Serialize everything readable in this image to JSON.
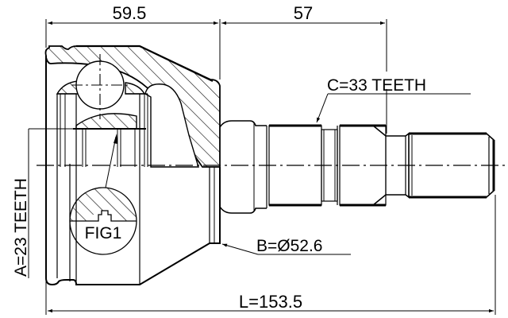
{
  "diagram": {
    "title": "Outer CV Joint Dimension Drawing",
    "colors": {
      "line": "#000000",
      "background": "#ffffff"
    },
    "dimensions": {
      "top_left": "59.5",
      "top_right": "57",
      "overall_length": "L=153.5"
    },
    "callouts": {
      "spline_c": "C=33 TEETH",
      "diameter_b": "B=Ø52.6",
      "spline_a": "A=23 TEETH",
      "detail": "FIG1"
    }
  }
}
